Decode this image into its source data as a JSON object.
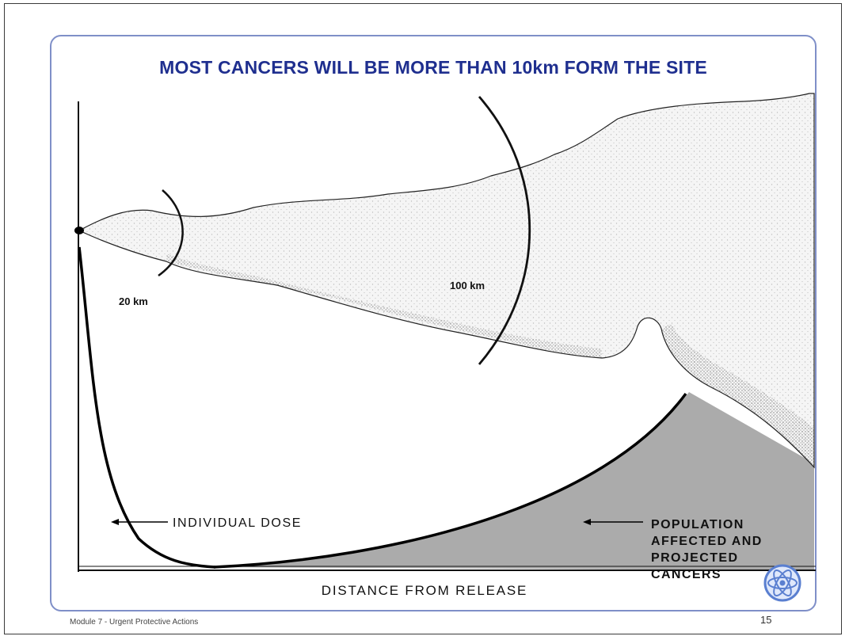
{
  "slide": {
    "title": "MOST CANCERS WILL BE MORE THAN 10km FORM THE SITE",
    "footer_left": "Module 7 - Urgent Protective Actions",
    "page_number": "15"
  },
  "diagram": {
    "ring_labels": [
      "20 km",
      "100 km"
    ],
    "individual_dose_label": "INDIVIDUAL DOSE",
    "population_label_lines": [
      "POPULATION",
      "AFFECTED AND",
      "PROJECTED",
      "CANCERS"
    ],
    "x_axis_label": "DISTANCE FROM RELEASE"
  },
  "logo": {
    "icon": "iaea-emblem-icon",
    "color": "#5a7fd0"
  },
  "colors": {
    "title": "#1f2f8f",
    "frame": "#7f8fc8",
    "plume_fill": "#f4f4f4",
    "shaded_area": "#9a9a9a"
  }
}
